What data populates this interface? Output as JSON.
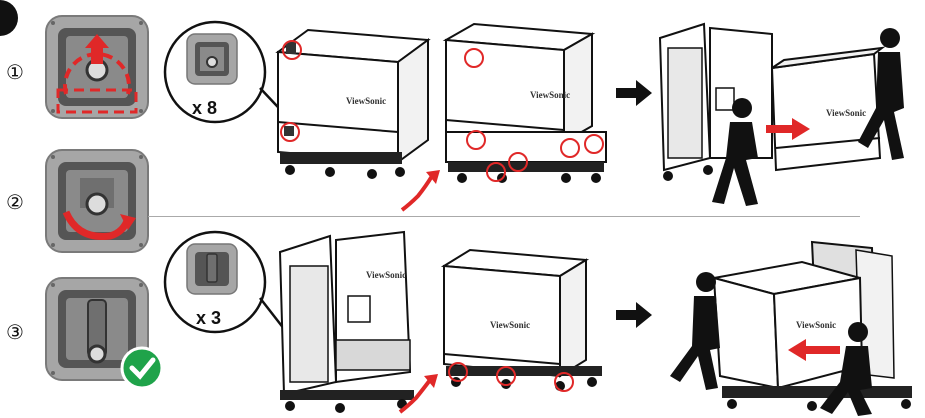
{
  "steps": [
    {
      "number": "①"
    },
    {
      "number": "②"
    },
    {
      "number": "③"
    }
  ],
  "callouts": {
    "top_quantity": "x 8",
    "bottom_quantity": "x 3"
  },
  "brand": "ViewSonic",
  "colors": {
    "accent_red": "#e02828",
    "check_green": "#1fa34a",
    "latch_gray": "#9a9a9a",
    "latch_dark": "#4a4a4a",
    "line_dark": "#1a1a1a"
  },
  "icons": [
    "rotate-arrow-icon",
    "next-arrow-icon",
    "check-icon",
    "push-arrow-icon"
  ]
}
